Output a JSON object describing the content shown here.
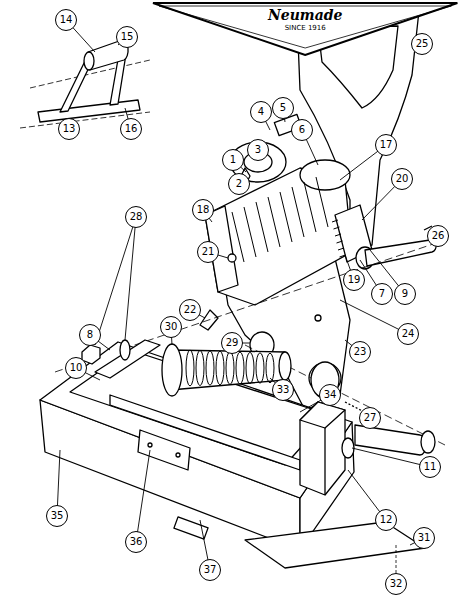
{
  "diagram": {
    "nodes": [
      {
        "text": [
          "Neumade",
          "SINCE 1916"
        ]
      }
    ],
    "labels": [
      "1",
      "2",
      "3",
      "4",
      "5",
      "6",
      "7",
      "8",
      "9",
      "10",
      "11",
      "12",
      "13",
      "14",
      "15",
      "16",
      "17",
      "18",
      "19",
      "20",
      "21",
      "22",
      "23",
      "24",
      "25",
      "26",
      "27",
      "28",
      "29",
      "30",
      "31",
      "32",
      "33",
      "34",
      "35",
      "36",
      "37"
    ]
  }
}
